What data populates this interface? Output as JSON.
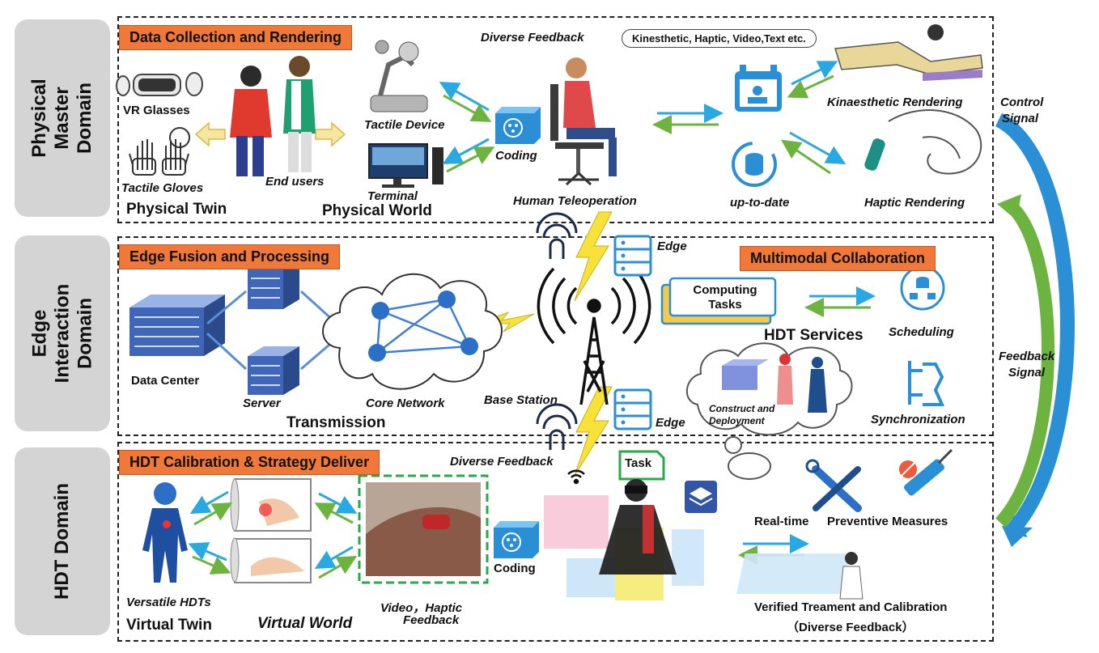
{
  "domains": {
    "physical": "Physical Master Domain",
    "edge": "Edge Interaction Domain",
    "hdt": "HDT Domain"
  },
  "sections": {
    "data_collection": "Data Collection and Rendering",
    "edge_fusion": "Edge Fusion and Processing",
    "multimodal": "Multimodal Collaboration",
    "calibration": "HDT Calibration & Strategy Deliver"
  },
  "physical": {
    "vr_glasses": "VR Glasses",
    "tactile_gloves": "Tactile Gloves",
    "physical_twin": "Physical Twin",
    "end_users": "End users",
    "tactile_device": "Tactile Device",
    "terminal": "Terminal",
    "physical_world": "Physical World",
    "coding": "Coding",
    "diverse_feedback": "Diverse Feedback",
    "feedback_types": "Kinesthetic, Haptic, Video,Text etc.",
    "human_teleoperation": "Human Teleoperation",
    "up_to_date": "up-to-date",
    "kinaesthetic_rendering": "Kinaesthetic Rendering",
    "haptic_rendering": "Haptic Rendering"
  },
  "edge": {
    "data_center": "Data Center",
    "server": "Server",
    "core_network": "Core Network",
    "transmission": "Transmission",
    "edge_top": "Edge",
    "edge_bottom": "Edge",
    "base_station": "Base Station",
    "computing_tasks": "Computing Tasks",
    "hdt_services": "HDT Services",
    "scheduling": "Scheduling",
    "synchronization": "Synchronization",
    "construct_deployment": "Construct and Deployment"
  },
  "hdt": {
    "diverse_feedback": "Diverse Feedback",
    "task": "Task",
    "coding": "Coding",
    "versatile_hdts": "Versatile HDTs",
    "virtual_twin": "Virtual Twin",
    "virtual_world": "Virtual  World",
    "video_haptic": "Video，Haptic",
    "feedback": "Feedback",
    "real_time": "Real-time",
    "preventive_measures": "Preventive Measures",
    "verified": "Verified Treament and Calibration",
    "diverse_feedback_paren": "（Diverse Feedback）"
  },
  "signals": {
    "control": "Control",
    "control2": "Signal",
    "feedback": "Feedback",
    "feedback2": "Signal"
  },
  "colors": {
    "tag_orange": "#f0793a",
    "arrow_blue": "#29a9e1",
    "arrow_green": "#6cb33f",
    "icon_blue": "#2b8fd6",
    "bolt_yellow": "#f7e23a",
    "domain_gray": "#d4d4d4"
  }
}
